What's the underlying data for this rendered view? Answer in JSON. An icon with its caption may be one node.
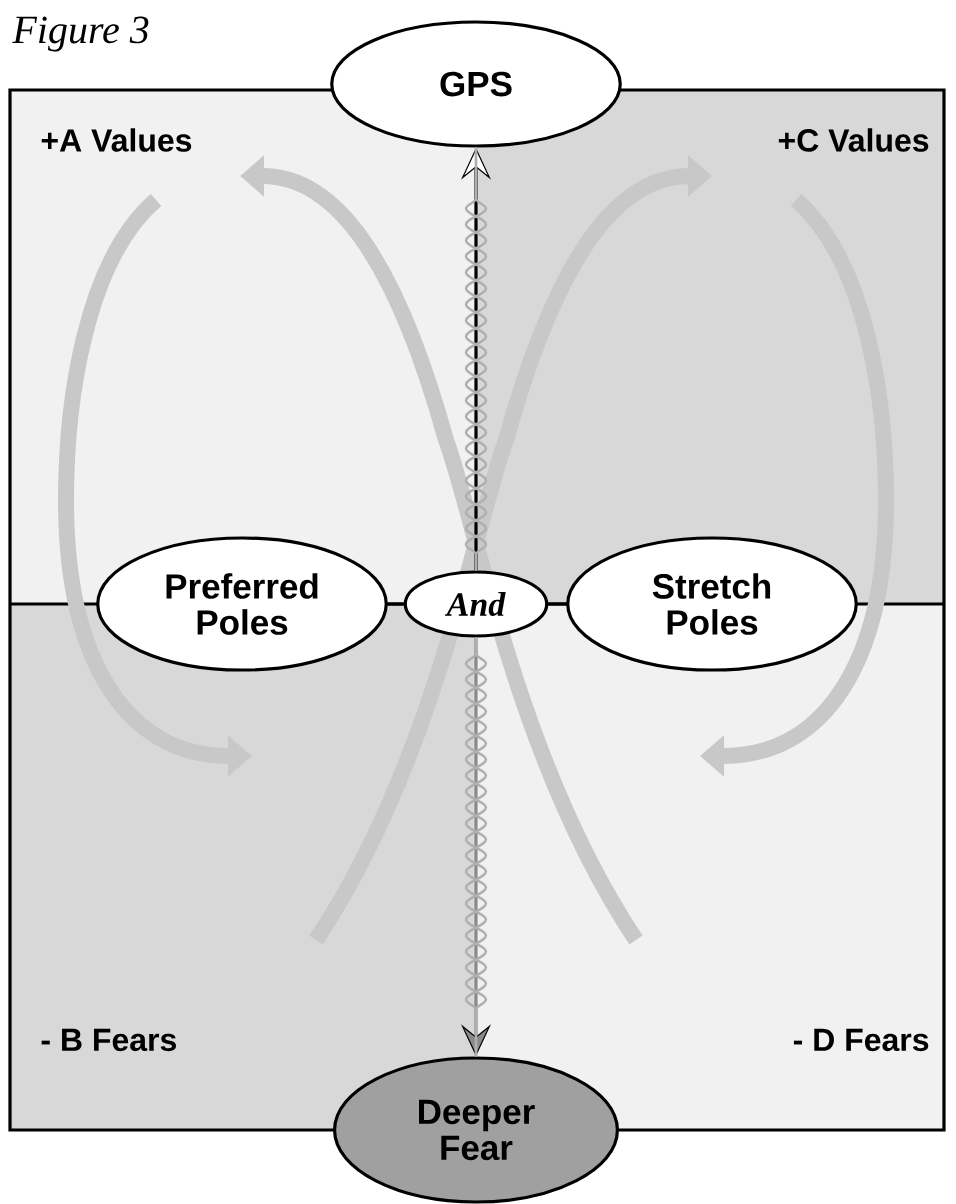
{
  "diagram": {
    "title": "Figure 3",
    "nodes": [
      {
        "text": [
          "GPS"
        ]
      },
      {
        "text": [
          "Preferred Poles"
        ]
      },
      {
        "text": [
          "And"
        ]
      },
      {
        "text": [
          "Stretch Poles"
        ]
      },
      {
        "text": [
          "Deeper Fear"
        ]
      }
    ],
    "edges": [
      {
        "from": 2,
        "to": 0,
        "arrow": "to"
      },
      {
        "from": 2,
        "to": 4,
        "arrow": "to",
        "color": "#8a8a8a"
      },
      {
        "from": 1,
        "to": 2,
        "arrow": "none",
        "color": "#000000"
      },
      {
        "from": 2,
        "to": 3,
        "arrow": "none",
        "color": "#000000"
      }
    ],
    "labels": [
      "+A Values",
      "+C Values",
      "- B Fears",
      "- D Fears"
    ]
  }
}
